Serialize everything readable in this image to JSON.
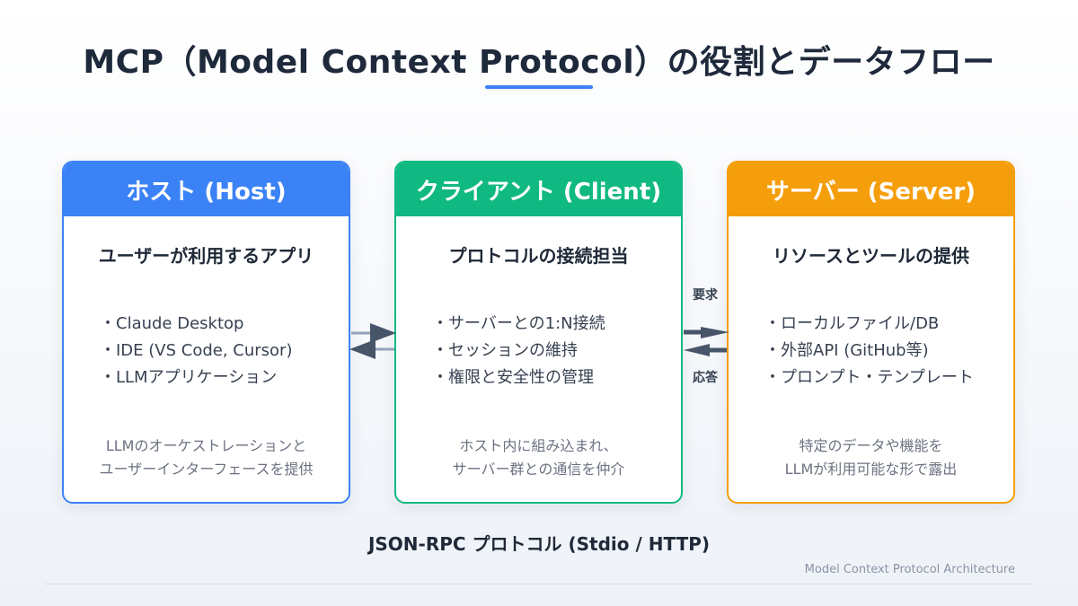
{
  "title": "MCP（Model Context Protocol）の役割とデータフロー",
  "colors": {
    "host": "#3b82f6",
    "client": "#10b981",
    "server": "#f59e0b",
    "arrow_pale": "#94a3b8",
    "arrow_dark": "#475569"
  },
  "cards": {
    "host": {
      "header": "ホスト (Host)",
      "subtitle": "ユーザーが利用するアプリ",
      "items": [
        "・Claude Desktop",
        "・IDE (VS Code, Cursor)",
        "・LLMアプリケーション"
      ],
      "desc_line1": "LLMのオーケストレーションと",
      "desc_line2": "ユーザーインターフェースを提供"
    },
    "client": {
      "header": "クライアント (Client)",
      "subtitle": "プロトコルの接続担当",
      "items": [
        "・サーバーとの1:N接続",
        "・セッションの維持",
        "・権限と安全性の管理"
      ],
      "desc_line1": "ホスト内に組み込まれ、",
      "desc_line2": "サーバー群との通信を仲介"
    },
    "server": {
      "header": "サーバー (Server)",
      "subtitle": "リソースとツールの提供",
      "items": [
        "・ローカルファイル/DB",
        "・外部API (GitHub等)",
        "・プロンプト・テンプレート"
      ],
      "desc_line1": "特定のデータや機能を",
      "desc_line2": "LLMが利用可能な形で露出"
    }
  },
  "arrows": {
    "request_label": "要求",
    "response_label": "応答"
  },
  "protocol_label": "JSON-RPC プロトコル (Stdio / HTTP)",
  "footer_caption": "Model Context Protocol Architecture"
}
